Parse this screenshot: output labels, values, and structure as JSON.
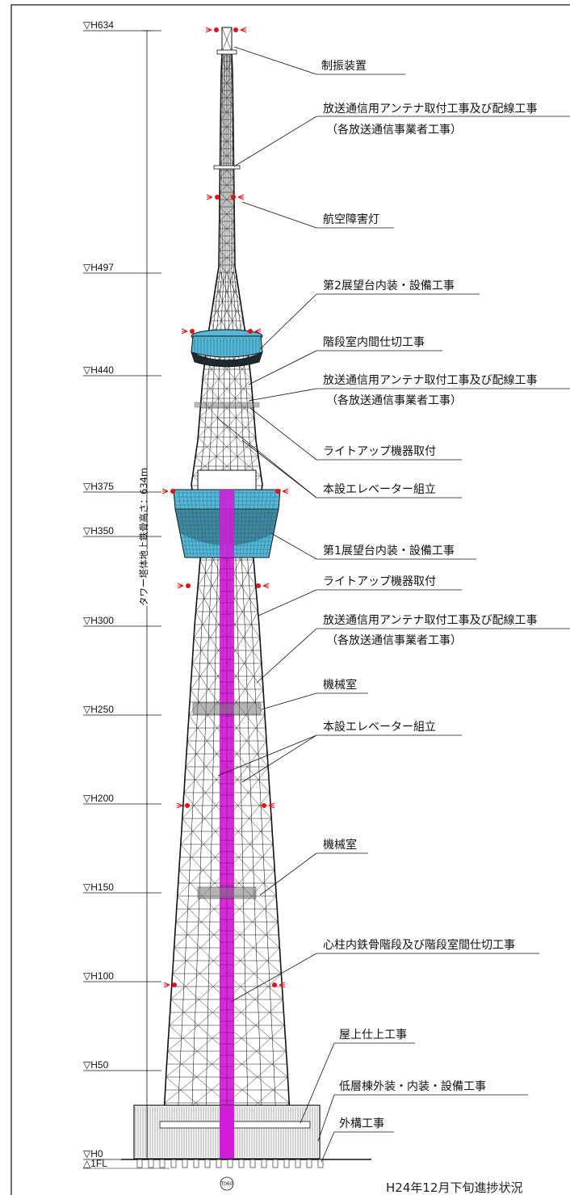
{
  "levels": [
    "▽H634",
    "▽H497",
    "▽H440",
    "▽H375",
    "▽H350",
    "▽H300",
    "▽H250",
    "▽H200",
    "▽H150",
    "▽H100",
    "▽H50",
    "▽H0",
    "△1FL"
  ],
  "height_label": "タワー塔体地上鉄骨高さ：634m",
  "labels": [
    "制振装置",
    "放送通信用アンテナ取付工事及び配線工事",
    "（各放送通信事業者工事）",
    "航空障害灯",
    "第2展望台内装・設備工事",
    "階段室内間仕切工事",
    "放送通信用アンテナ取付工事及び配線工事",
    "（各放送通信事業者工事）",
    "ライトアップ機器取付",
    "本設エレベーター組立",
    "第1展望台内装・設備工事",
    "ライトアップ機器取付",
    "放送通信用アンテナ取付工事及び配線工事",
    "（各放送通信事業者工事）",
    "機械室",
    "本設エレベーター組立",
    "機械室",
    "心柱内鉄骨階段及び階段室間仕切工事",
    "屋上仕上工事",
    "低層棟外装・内装・設備工事",
    "外構工事"
  ],
  "grid_mark": "T060",
  "caption": "H24年12月下旬進捗状況",
  "colors": {
    "line": "#111111",
    "core": "#d21bd6",
    "deck": "#55b8d8",
    "light": "#e41212"
  }
}
